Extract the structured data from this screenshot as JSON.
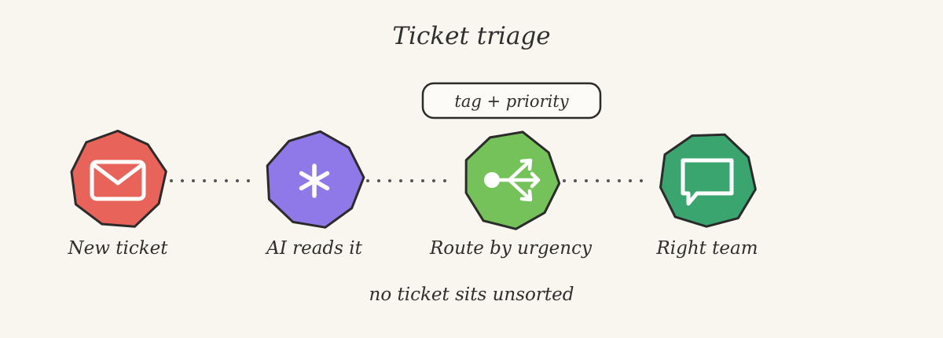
{
  "title": "Ticket triage",
  "annotation": "tag + priority",
  "footnote": "no ticket sits unsorted",
  "nodes": [
    {
      "label": "New ticket",
      "icon": "mail-icon",
      "color": "#e8635a"
    },
    {
      "label": "AI reads it",
      "icon": "asterisk-icon",
      "color": "#8f78e8"
    },
    {
      "label": "Route by urgency",
      "icon": "route-split-icon",
      "color": "#76c25a"
    },
    {
      "label": "Right team",
      "icon": "chat-bubble-icon",
      "color": "#3aa56e"
    }
  ],
  "colors": {
    "background": "#f9f6f0",
    "outline": "#2b2b2b",
    "connector": "#555555"
  }
}
